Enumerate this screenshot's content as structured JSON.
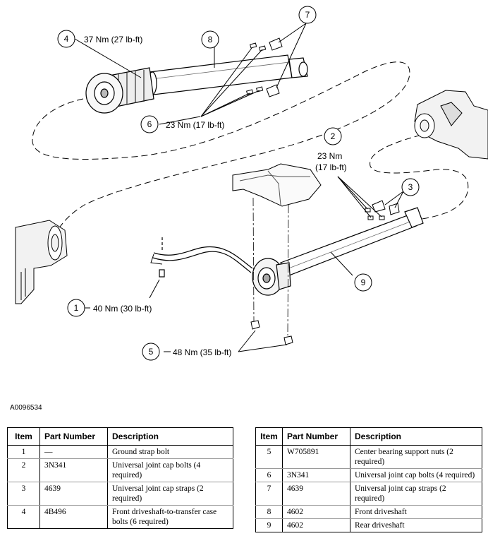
{
  "figure_id": "A0096534",
  "callouts": {
    "c1": {
      "num": "1",
      "text": "40 Nm (30 lb-ft)"
    },
    "c2": {
      "num": "2",
      "text_line1": "23 Nm",
      "text_line2": "(17 lb-ft)"
    },
    "c3": {
      "num": "3"
    },
    "c4": {
      "num": "4",
      "text": "37 Nm (27 lb-ft)"
    },
    "c5": {
      "num": "5",
      "text": "48 Nm (35 lb-ft)"
    },
    "c6": {
      "num": "6",
      "text": "23 Nm (17 lb-ft)"
    },
    "c7": {
      "num": "7"
    },
    "c8": {
      "num": "8"
    },
    "c9": {
      "num": "9"
    }
  },
  "table": {
    "headers": {
      "item": "Item",
      "part_number": "Part Number",
      "description": "Description"
    },
    "rows": [
      {
        "item": "1",
        "part_number": "—",
        "description": "Ground strap bolt"
      },
      {
        "item": "2",
        "part_number": "3N341",
        "description": "Universal joint cap bolts (4 required)"
      },
      {
        "item": "3",
        "part_number": "4639",
        "description": "Universal joint cap straps (2 required)"
      },
      {
        "item": "4",
        "part_number": "4B496",
        "description": "Front driveshaft-to-transfer case bolts (6 required)"
      },
      {
        "item": "5",
        "part_number": "W705891",
        "description": "Center bearing support nuts (2 required)"
      },
      {
        "item": "6",
        "part_number": "3N341",
        "description": "Universal joint cap bolts (4 required)"
      },
      {
        "item": "7",
        "part_number": "4639",
        "description": "Universal joint cap straps (2 required)"
      },
      {
        "item": "8",
        "part_number": "4602",
        "description": "Front driveshaft"
      },
      {
        "item": "9",
        "part_number": "4602",
        "description": "Rear driveshaft"
      }
    ]
  }
}
